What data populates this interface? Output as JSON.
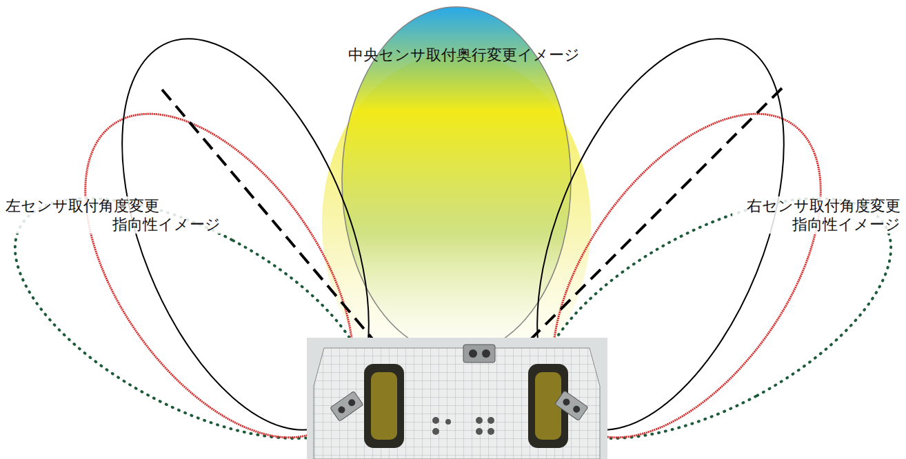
{
  "diagram": {
    "labels": [
      "中央センサ取付奥行変更イメージ",
      "左センサ取付角度変更 指向性イメージ",
      "右センサ取付角度変更 指向性イメージ"
    ]
  }
}
